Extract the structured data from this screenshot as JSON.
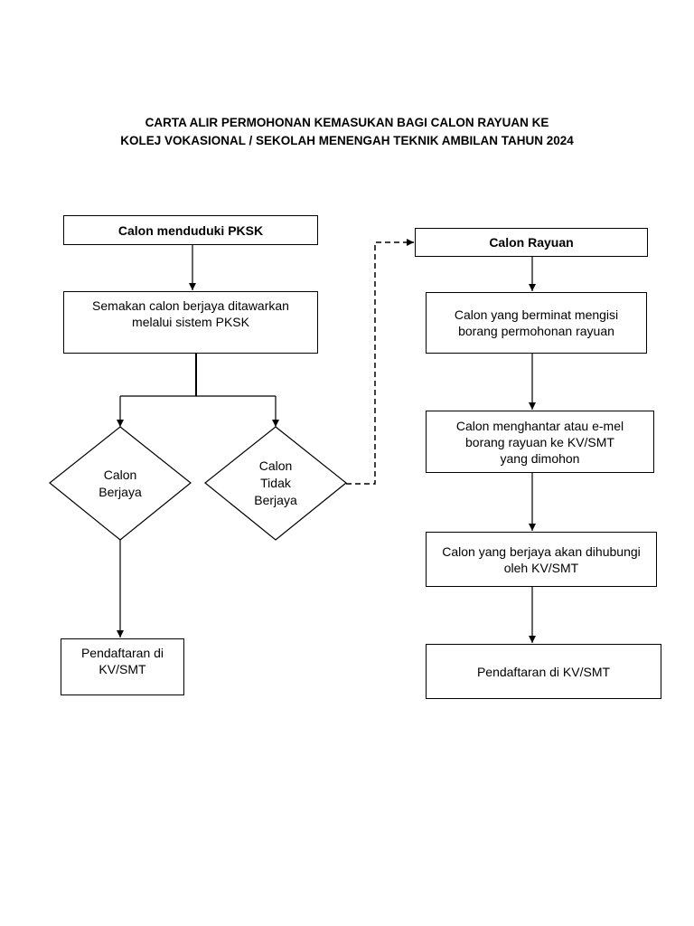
{
  "title": {
    "line1": "CARTA ALIR PERMOHONAN KEMASUKAN BAGI CALON RAYUAN KE",
    "line2": "KOLEJ VOKASIONAL / SEKOLAH MENENGAH TEKNIK AMBILAN TAHUN 2024"
  },
  "left_flow": {
    "start": "Calon menduduki PKSK",
    "check": "Semakan calon berjaya ditawarkan\nmelalui sistem PKSK",
    "decision_success": "Calon\nBerjaya",
    "decision_fail": "Calon\nTidak\nBerjaya",
    "register": "Pendaftaran di\nKV/SMT"
  },
  "right_flow": {
    "start": "Calon Rayuan",
    "step1": "Calon yang berminat mengisi\nborang permohonan rayuan",
    "step2": "Calon menghantar atau e-mel\nborang rayuan ke KV/SMT\nyang dimohon",
    "step3": "Calon yang berjaya akan dihubungi\noleh KV/SMT",
    "register": "Pendaftaran di KV/SMT"
  }
}
